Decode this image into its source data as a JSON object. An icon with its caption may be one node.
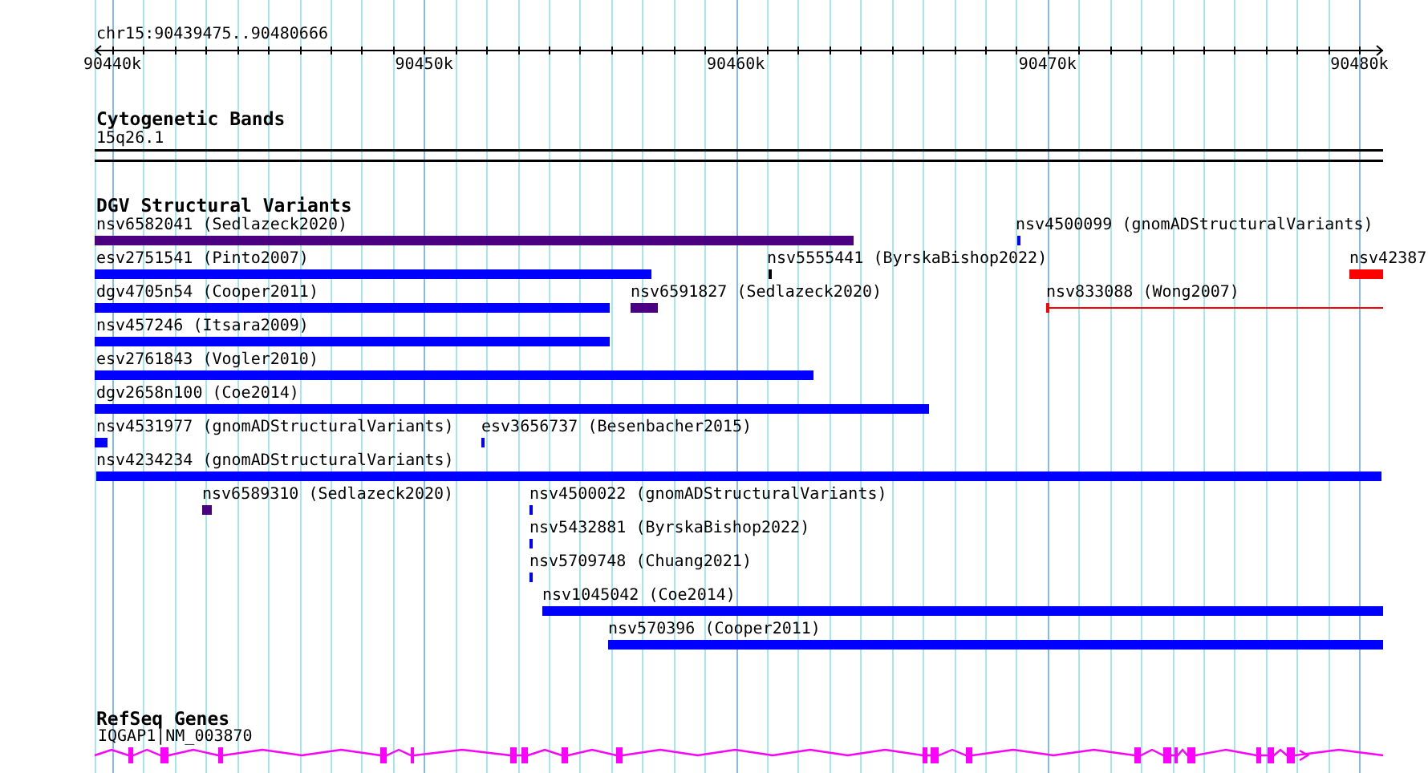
{
  "diagram": {
    "title": "chr15:90439475..90480666",
    "nodes": [
      {
        "text": [],
        "shape": "box",
        "beside": [
          "15q26.1"
        ]
      },
      {
        "text": [],
        "shape": "bar",
        "beside": [
          "nsv6582041 (Sedlazeck2020)"
        ]
      },
      {
        "text": [],
        "shape": "bar",
        "beside": [
          "nsv4500099 (gnomADStructuralVariants)"
        ]
      },
      {
        "text": [],
        "shape": "bar",
        "beside": [
          "esv2751541 (Pinto2007)"
        ]
      },
      {
        "text": [],
        "shape": "bar",
        "beside": [
          "nsv5555441 (ByrskaBishop2022)"
        ]
      },
      {
        "text": [],
        "shape": "bar",
        "beside": [
          "nsv42387"
        ]
      },
      {
        "text": [],
        "shape": "bar",
        "beside": [
          "dgv4705n54 (Cooper2011)"
        ]
      },
      {
        "text": [],
        "shape": "bar",
        "beside": [
          "nsv6591827 (Sedlazeck2020)"
        ]
      },
      {
        "text": [],
        "shape": "line",
        "beside": [
          "nsv833088 (Wong2007)"
        ]
      },
      {
        "text": [],
        "shape": "bar",
        "beside": [
          "nsv457246 (Itsara2009)"
        ]
      },
      {
        "text": [],
        "shape": "bar",
        "beside": [
          "esv2761843 (Vogler2010)"
        ]
      },
      {
        "text": [],
        "shape": "bar",
        "beside": [
          "dgv2658n100 (Coe2014)"
        ]
      },
      {
        "text": [],
        "shape": "bar",
        "beside": [
          "nsv4531977 (gnomADStructuralVariants)"
        ]
      },
      {
        "text": [],
        "shape": "bar",
        "beside": [
          "esv3656737 (Besenbacher2015)"
        ]
      },
      {
        "text": [],
        "shape": "bar",
        "beside": [
          "nsv4234234 (gnomADStructuralVariants)"
        ]
      },
      {
        "text": [],
        "shape": "bar",
        "beside": [
          "nsv6589310 (Sedlazeck2020)"
        ]
      },
      {
        "text": [],
        "shape": "bar",
        "beside": [
          "nsv4500022 (gnomADStructuralVariants)"
        ]
      },
      {
        "text": [],
        "shape": "bar",
        "beside": [
          "nsv5432881 (ByrskaBishop2022)"
        ]
      },
      {
        "text": [],
        "shape": "bar",
        "beside": [
          "nsv5709748 (Chuang2021)"
        ]
      },
      {
        "text": [],
        "shape": "bar",
        "beside": [
          "nsv1045042 (Coe2014)"
        ]
      },
      {
        "text": [],
        "shape": "bar",
        "beside": [
          "nsv570396 (Cooper2011)"
        ]
      },
      {
        "text": [],
        "shape": "line",
        "beside": [
          "IQGAP1|NM_003870"
        ]
      }
    ],
    "labels": [
      "90440k",
      "90450k",
      "90460k",
      "90470k",
      "90480k",
      "Cytogenetic Bands",
      "DGV Structural Variants",
      "RefSeq Genes"
    ]
  }
}
